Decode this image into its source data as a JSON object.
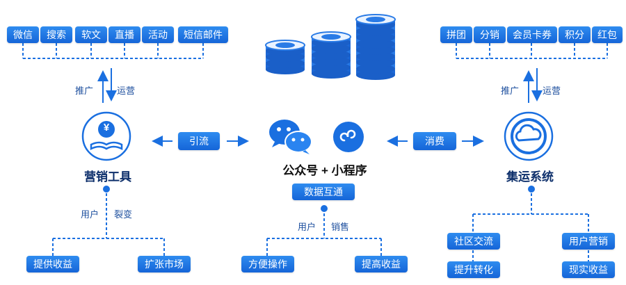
{
  "top_left_channels": [
    "微信",
    "搜索",
    "软文",
    "直播",
    "活动",
    "短信邮件"
  ],
  "top_right_channels": [
    "拼团",
    "分销",
    "会员卡券",
    "积分",
    "红包"
  ],
  "left_node": {
    "title": "营销工具",
    "arrow_up_label": "推广",
    "arrow_down_label": "运营",
    "branch_labels": [
      "用户",
      "裂变"
    ],
    "outcomes": [
      "提供收益",
      "扩张市场"
    ],
    "icon_glyph": "¥"
  },
  "center_node": {
    "title": "公众号 + 小程序",
    "sub_badge": "数据互通",
    "branch_labels": [
      "用户",
      "销售"
    ],
    "outcomes": [
      "方便操作",
      "提高收益"
    ]
  },
  "right_node": {
    "title": "集运系统",
    "arrow_up_label": "推广",
    "arrow_down_label": "运营",
    "outcomes": [
      "社区交流",
      "用户营销",
      "提升转化",
      "现实收益"
    ]
  },
  "links": {
    "left_center": "引流",
    "center_right": "消费"
  },
  "colors": {
    "primary": "#1a6fe0",
    "dark_text": "#0d2f6b",
    "coin_light": "#eaf3ff",
    "coin_dark": "#2a7be6"
  }
}
